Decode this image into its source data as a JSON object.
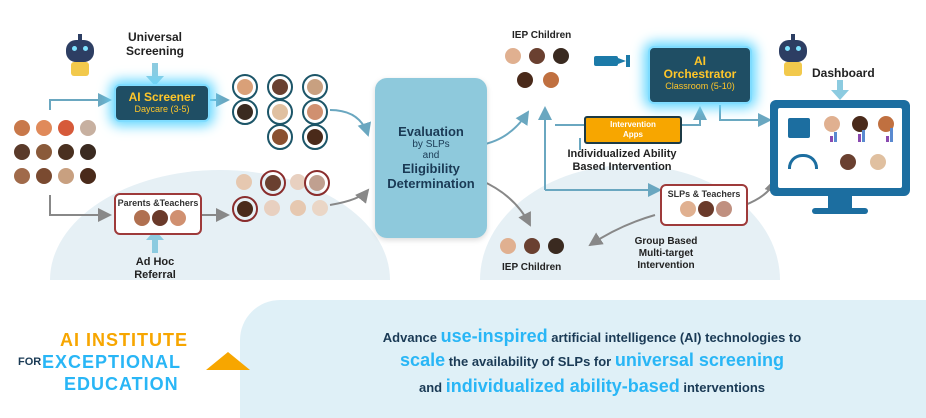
{
  "diagram": {
    "universal_screening": "Universal\nScreening",
    "ai_screener": {
      "title": "AI Screener",
      "subtitle": "Daycare (3-5)"
    },
    "parents_teachers": "Parents &Teachers",
    "ad_hoc_referral": "Ad Hoc\nReferral",
    "evaluation": {
      "line1": "Evaluation",
      "line2": "by SLPs",
      "line3": "and",
      "line4": "Eligibility",
      "line5": "Determination"
    },
    "iep_children_top": "IEP Children",
    "ai_orchestrator": {
      "title": "AI",
      "title2": "Orchestrator",
      "subtitle": "Classroom (5-10)"
    },
    "dashboard": "Dashboard",
    "intervention_apps": "Intervention\nApps",
    "individualized": "Individualized Ability\nBased Intervention",
    "slps_teachers": "SLPs & Teachers",
    "group_based": "Group Based\nMulti-target\nIntervention",
    "iep_children_bottom": "IEP Children"
  },
  "footer": {
    "logo_line1": "AI INSTITUTE",
    "logo_for": "FOR",
    "logo_line2": "EXCEPTIONAL",
    "logo_line3": "EDUCATION",
    "s1_pre": "Advance ",
    "s1_hi": "use-inspired",
    "s1_post": " artificial intelligence (AI) technologies to",
    "s2_hi": "scale",
    "s2_mid": " the availability of SLPs for ",
    "s2_hi2": "universal screening",
    "s3_pre": "and ",
    "s3_hi": "individualized ability-based",
    "s3_post": " interventions"
  },
  "colors": {
    "accent_blue": "#29b6f6",
    "ai_box": "#1f4e64",
    "glow": "#63d7ff",
    "orange": "#f7a600",
    "red_border": "#9e3a3a",
    "eval_box": "#8ec9dc"
  }
}
